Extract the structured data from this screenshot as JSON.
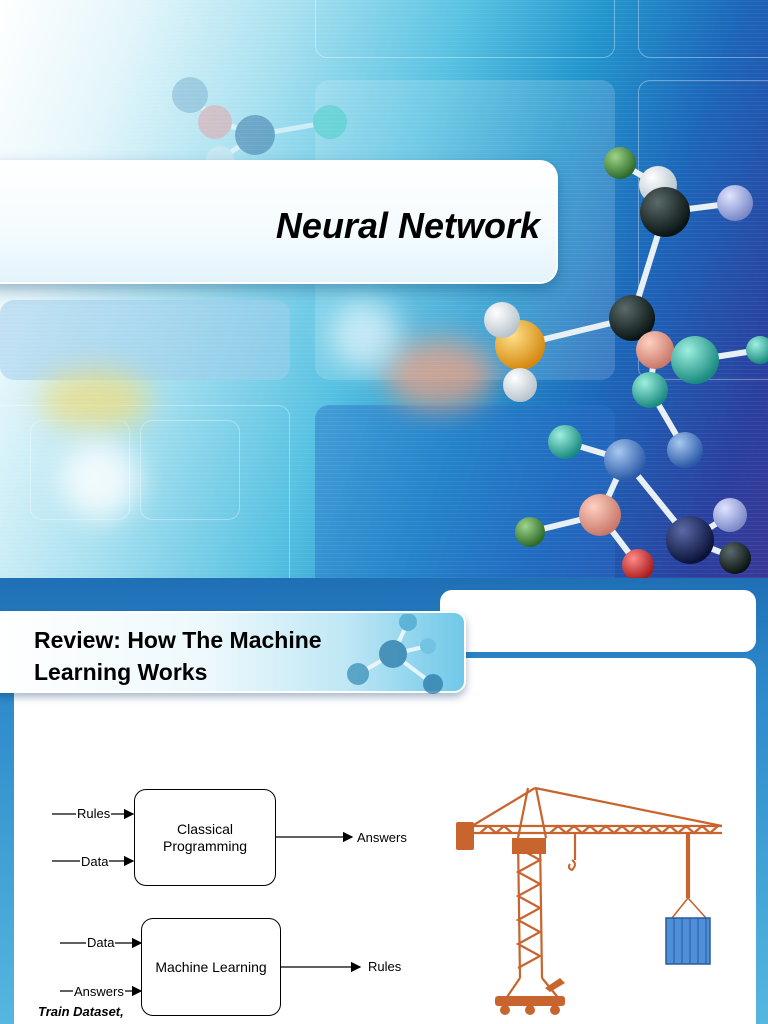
{
  "slide1": {
    "title": "Neural Network"
  },
  "slide2": {
    "header_line1": "Review: How The Machine",
    "header_line2": "Learning Works",
    "classical": {
      "box_line1": "Classical",
      "box_line2": "Programming",
      "input1": "Rules",
      "input2": "Data",
      "output": "Answers"
    },
    "ml": {
      "box_label": "Machine Learning",
      "input1": "Data",
      "input2": "Answers",
      "output": "Rules"
    },
    "footnote": "Train Dataset,"
  },
  "colors": {
    "crane": "#c8642d",
    "container": "#4d8fd8",
    "accent_blue": "#2396cd"
  },
  "icons": [
    "molecule-illustration",
    "crane-illustration"
  ]
}
